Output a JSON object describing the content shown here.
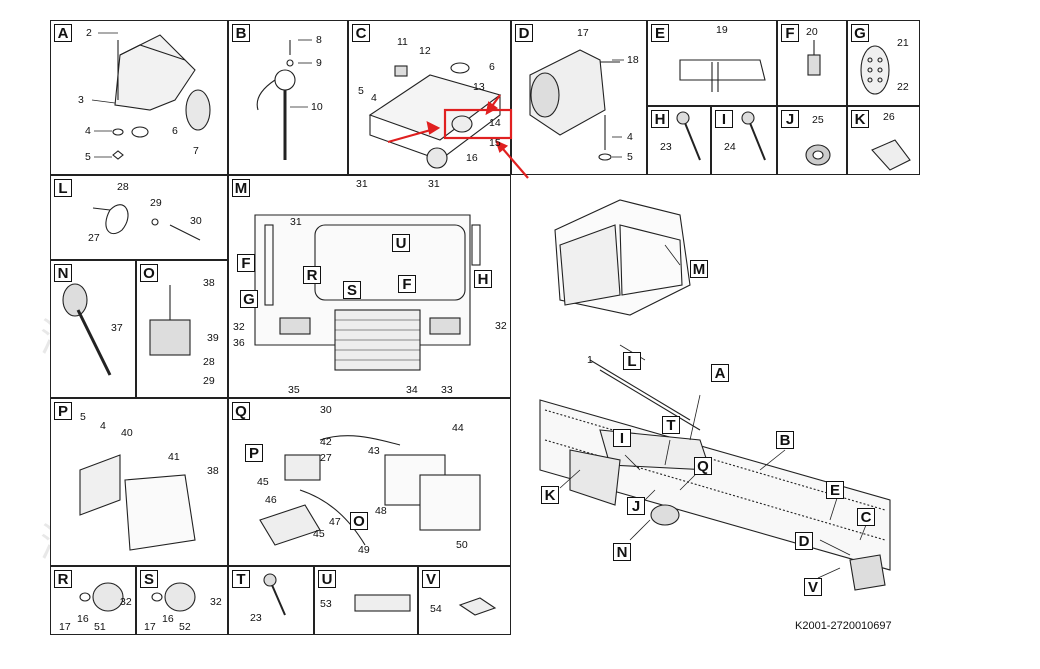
{
  "diagram_ref": "K2001-2720010697",
  "watermark": "济南鸿运汽车",
  "panel_letters": {
    "A": "A",
    "B": "B",
    "C": "C",
    "D": "D",
    "E": "E",
    "F": "F",
    "G": "G",
    "H": "H",
    "I": "I",
    "J": "J",
    "K": "K",
    "L": "L",
    "M": "M",
    "N": "N",
    "O": "O",
    "P": "P",
    "Q": "Q",
    "R": "R",
    "S": "S",
    "T": "T",
    "U": "U",
    "V": "V"
  },
  "callout_numbers": {
    "n1": "1",
    "n2": "2",
    "n3": "3",
    "n4": "4",
    "n5": "5",
    "n6": "6",
    "n7": "7",
    "n8": "8",
    "n9": "9",
    "n10": "10",
    "n11": "11",
    "n12": "12",
    "n13": "13",
    "n14": "14",
    "n15": "15",
    "n16": "16",
    "n17": "17",
    "n18": "18",
    "n19": "19",
    "n20": "20",
    "n21": "21",
    "n22": "22",
    "n23": "23",
    "n24": "24",
    "n25": "25",
    "n26": "26",
    "n27": "27",
    "n28": "28",
    "n29": "29",
    "n30": "30",
    "n31": "31",
    "n32": "32",
    "n33": "33",
    "n34": "34",
    "n35": "35",
    "n36": "36",
    "n37": "37",
    "n38": "38",
    "n39": "39",
    "n40": "40",
    "n41": "41",
    "n42": "42",
    "n43": "43",
    "n44": "44",
    "n45": "45",
    "n46": "46",
    "n47": "47",
    "n48": "48",
    "n49": "49",
    "n50": "50",
    "n51": "51",
    "n52": "52",
    "n53": "53",
    "n54": "54"
  },
  "highlight_color": "#e02020"
}
